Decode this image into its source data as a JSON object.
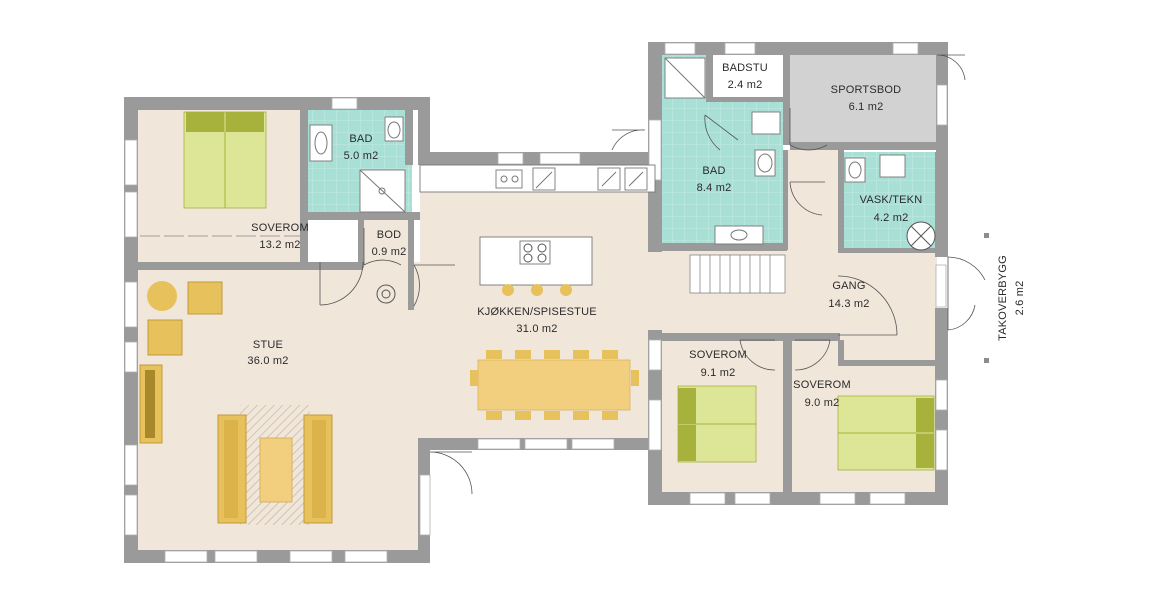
{
  "rooms": {
    "soverom1": {
      "name": "SOVEROM",
      "area": "13.2 m2"
    },
    "bad1": {
      "name": "BAD",
      "area": "5.0 m2"
    },
    "bod": {
      "name": "BOD",
      "area": "0.9 m2"
    },
    "stue": {
      "name": "STUE",
      "area": "36.0 m2"
    },
    "kjokken": {
      "name": "KJØKKEN/SPISESTUE",
      "area": "31.0 m2"
    },
    "badstu": {
      "name": "BADSTU",
      "area": "2.4 m2"
    },
    "bad2": {
      "name": "BAD",
      "area": "8.4 m2"
    },
    "sportsbod": {
      "name": "SPORTSBOD",
      "area": "6.1 m2"
    },
    "vask": {
      "name": "VASK/TEKN",
      "area": "4.2 m2"
    },
    "gang": {
      "name": "GANG",
      "area": "14.3 m2"
    },
    "soverom2": {
      "name": "SOVEROM",
      "area": "9.1 m2"
    },
    "soverom3": {
      "name": "SOVEROM",
      "area": "9.0 m2"
    },
    "takoverbygg": {
      "name": "TAKOVERBYGG",
      "area": "2.6 m2"
    }
  },
  "colors": {
    "floor": "#f1e6da",
    "wall": "#9a9a9a",
    "tile": "#a9e0d6",
    "storage": "#d2d2d2",
    "bed": "#dde596",
    "pillow": "#a7b23c",
    "sofa": "#e6c15c",
    "table": "#f2cf7e"
  }
}
